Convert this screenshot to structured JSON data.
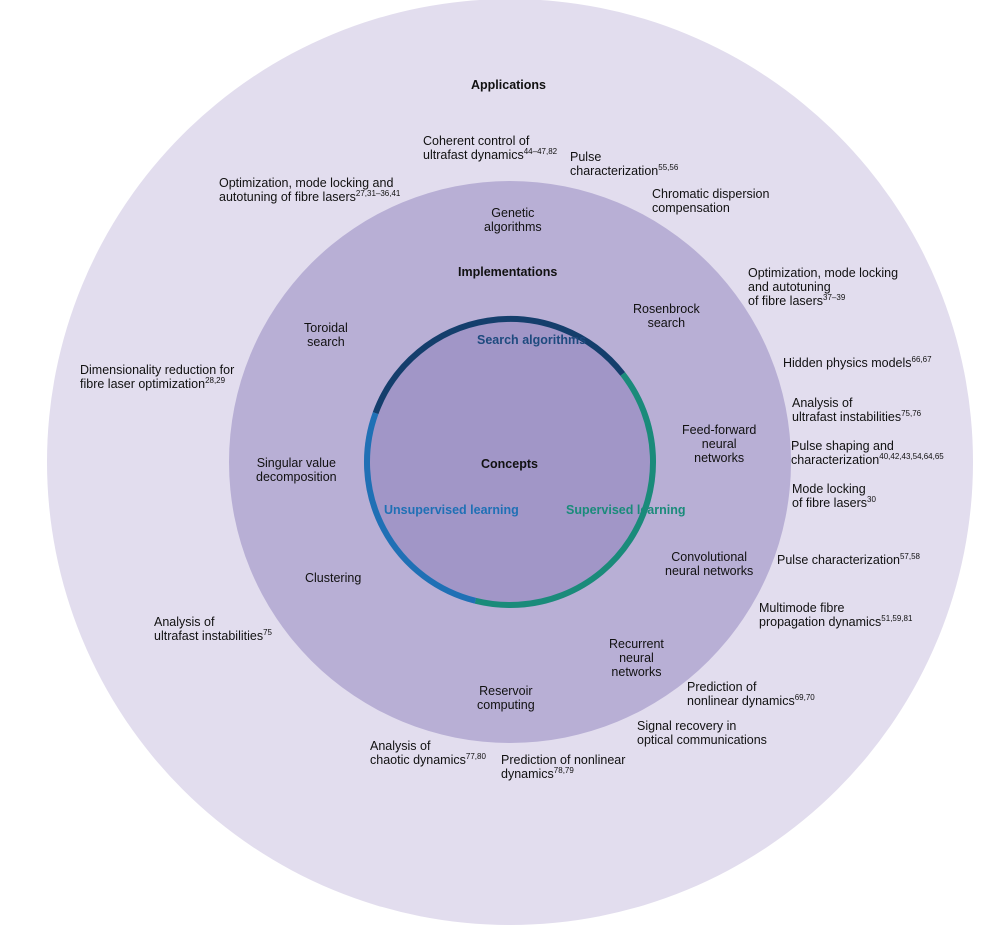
{
  "colors": {
    "outer_ring": "#e2ddee",
    "middle_ring": "#b8afd5",
    "inner_disc": "#a196c7",
    "search": "#143e6c",
    "supervised": "#1a8b7a",
    "unsupervised": "#1f70b5"
  },
  "headings": {
    "applications": "Applications",
    "implementations": "Implementations",
    "concepts": "Concepts"
  },
  "concepts": {
    "search": [
      "Search",
      "algorithms"
    ],
    "supervised": [
      "Supervised",
      "learning"
    ],
    "unsupervised": [
      "Unsupervised",
      "learning"
    ]
  },
  "implementations": {
    "genetic": [
      "Genetic",
      "algorithms"
    ],
    "rosenbrock": [
      "Rosenbrock",
      "search"
    ],
    "toroidal": [
      "Toroidal",
      "search"
    ],
    "feedforward": [
      "Feed-forward",
      "neural",
      "networks"
    ],
    "svd": [
      "Singular value",
      "decomposition"
    ],
    "convolutional": [
      "Convolutional",
      "neural networks"
    ],
    "clustering": [
      "Clustering"
    ],
    "recurrent": [
      "Recurrent",
      "neural",
      "networks"
    ],
    "reservoir": [
      "Reservoir",
      "computing"
    ]
  },
  "applications": {
    "coherent": {
      "lines": [
        "Coherent control of",
        "ultrafast dynamics"
      ],
      "ref": "44–47,82"
    },
    "pulse_char_top": {
      "lines": [
        "Pulse",
        "characterization"
      ],
      "ref": "55,56"
    },
    "chromatic": {
      "lines": [
        "Chromatic dispersion",
        "compensation"
      ],
      "ref": ""
    },
    "opt_left": {
      "lines": [
        "Optimization, mode locking and",
        "autotuning of fibre lasers"
      ],
      "ref": "27,31–36,41"
    },
    "opt_right": {
      "lines": [
        "Optimization, mode locking",
        "and autotuning",
        "of fibre lasers"
      ],
      "ref": "37–39"
    },
    "hidden_physics": {
      "lines": [
        "Hidden physics models"
      ],
      "ref": "66,67"
    },
    "analysis_right": {
      "lines": [
        "Analysis of",
        "ultrafast instabilities"
      ],
      "ref": "75,76"
    },
    "pulse_shaping": {
      "lines": [
        "Pulse shaping and",
        "characterization"
      ],
      "ref": "40,42,43,54,64,65"
    },
    "mode_locking": {
      "lines": [
        "Mode locking",
        "of fibre lasers"
      ],
      "ref": "30"
    },
    "pulse_char_right": {
      "lines": [
        "Pulse characterization"
      ],
      "ref": "57,58"
    },
    "multimode": {
      "lines": [
        "Multimode fibre",
        "propagation dynamics"
      ],
      "ref": "51,59,81"
    },
    "prediction_right": {
      "lines": [
        "Prediction of",
        "nonlinear dynamics"
      ],
      "ref": "69,70"
    },
    "signal_recovery": {
      "lines": [
        "Signal recovery in",
        "optical communications"
      ],
      "ref": ""
    },
    "dimensionality": {
      "lines": [
        "Dimensionality reduction for",
        "fibre laser optimization"
      ],
      "ref": "28,29"
    },
    "analysis_left": {
      "lines": [
        "Analysis of",
        "ultrafast instabilities"
      ],
      "ref": "75"
    },
    "chaotic": {
      "lines": [
        "Analysis of",
        "chaotic dynamics"
      ],
      "ref": "77,80"
    },
    "prediction_bottom": {
      "lines": [
        "Prediction of nonlinear",
        "dynamics"
      ],
      "ref": "78,79"
    }
  }
}
